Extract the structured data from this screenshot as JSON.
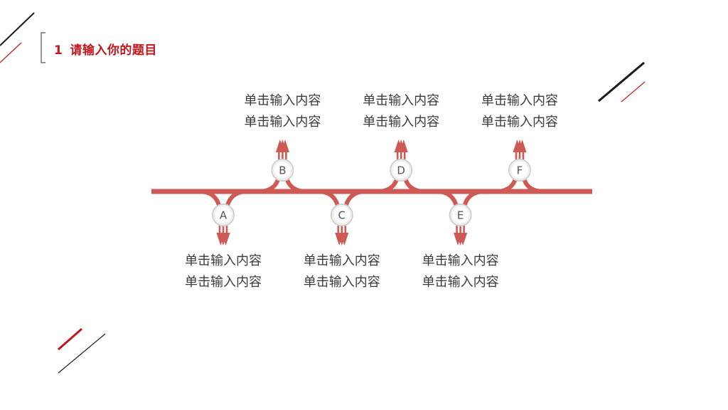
{
  "title": {
    "number": "1",
    "text": "请输入你的题目"
  },
  "colors": {
    "accent": "#c0171c",
    "arrow": "#cf5a55",
    "dark": "#1a1a1a"
  },
  "nodes": [
    {
      "letter": "A",
      "direction": "down",
      "label_lines": [
        "单击输入内容",
        "单击输入内容"
      ]
    },
    {
      "letter": "B",
      "direction": "up",
      "label_lines": [
        "单击输入内容",
        "单击输入内容"
      ]
    },
    {
      "letter": "C",
      "direction": "down",
      "label_lines": [
        "单击输入内容",
        "单击输入内容"
      ]
    },
    {
      "letter": "D",
      "direction": "up",
      "label_lines": [
        "单击输入内容",
        "单击输入内容"
      ]
    },
    {
      "letter": "E",
      "direction": "down",
      "label_lines": [
        "单击输入内容",
        "单击输入内容"
      ]
    },
    {
      "letter": "F",
      "direction": "up",
      "label_lines": [
        "单击输入内容",
        "单击输入内容"
      ]
    }
  ]
}
